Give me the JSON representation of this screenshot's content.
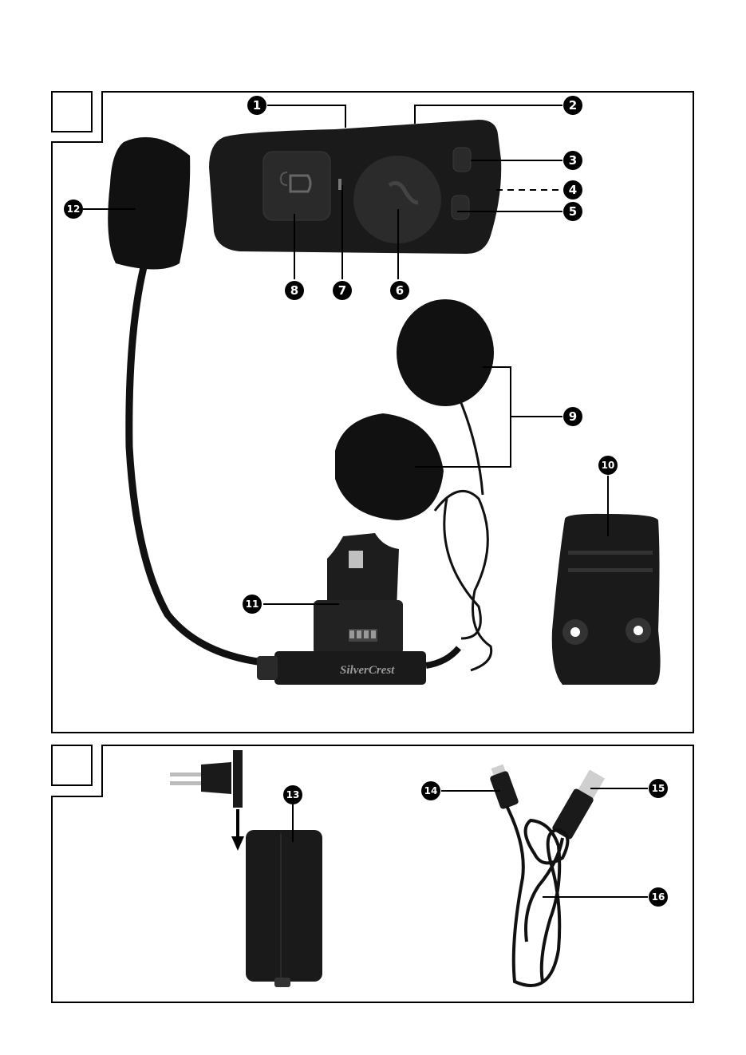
{
  "callouts": {
    "c1": "1",
    "c2": "2",
    "c3": "3",
    "c4": "4",
    "c5": "5",
    "c6": "6",
    "c7": "7",
    "c8": "8",
    "c9": "9",
    "c10": "10",
    "c11": "11",
    "c12": "12",
    "c13": "13",
    "c14": "14",
    "c15": "15",
    "c16": "16"
  },
  "brand": "SilverCrest",
  "colors": {
    "ink": "#000000",
    "product": "#1a1a1a",
    "foam": "#111111",
    "accent": "#3a3a3a"
  },
  "icons": [
    "bluetooth-voice-icon",
    "phone-handset-icon",
    "down-arrow-icon"
  ]
}
